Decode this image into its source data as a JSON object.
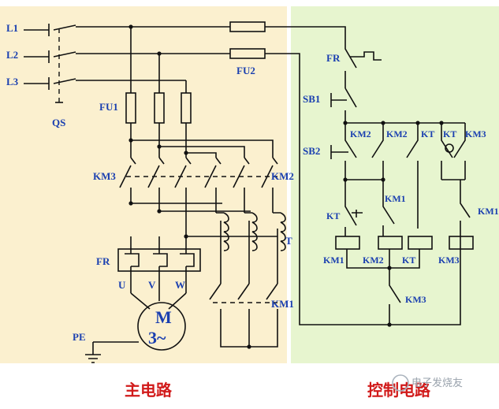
{
  "labels": {
    "l1": "L1",
    "l2": "L2",
    "l3": "L3",
    "qs": "QS",
    "fu1": "FU1",
    "fu2": "FU2",
    "km3_main": "KM3",
    "km2_main": "KM2",
    "km1_main": "KM1",
    "t": "T",
    "fr_main": "FR",
    "u": "U",
    "v": "V",
    "w": "W",
    "motor_m": "M",
    "motor_phase": "3~",
    "pe": "PE",
    "fr_ctrl": "FR",
    "sb1": "SB1",
    "sb2": "SB2",
    "km2_a": "KM2",
    "km2_b": "KM2",
    "kt_a": "KT",
    "kt_b": "KT",
    "km3_a": "KM3",
    "km1_c": "KM1",
    "kt_c": "KT",
    "km1_d": "KM1",
    "coil_km1": "KM1",
    "coil_km2": "KM2",
    "coil_kt": "KT",
    "coil_km3": "KM3",
    "km3_bottom": "KM3"
  },
  "captions": {
    "main": "主电路",
    "control": "控制电路"
  },
  "watermark": "电子发烧友",
  "colors": {
    "main_bg": "#fbf0cf",
    "control_bg": "#e7f5cf",
    "label": "#1a3fb0",
    "caption": "#d11a1a"
  }
}
